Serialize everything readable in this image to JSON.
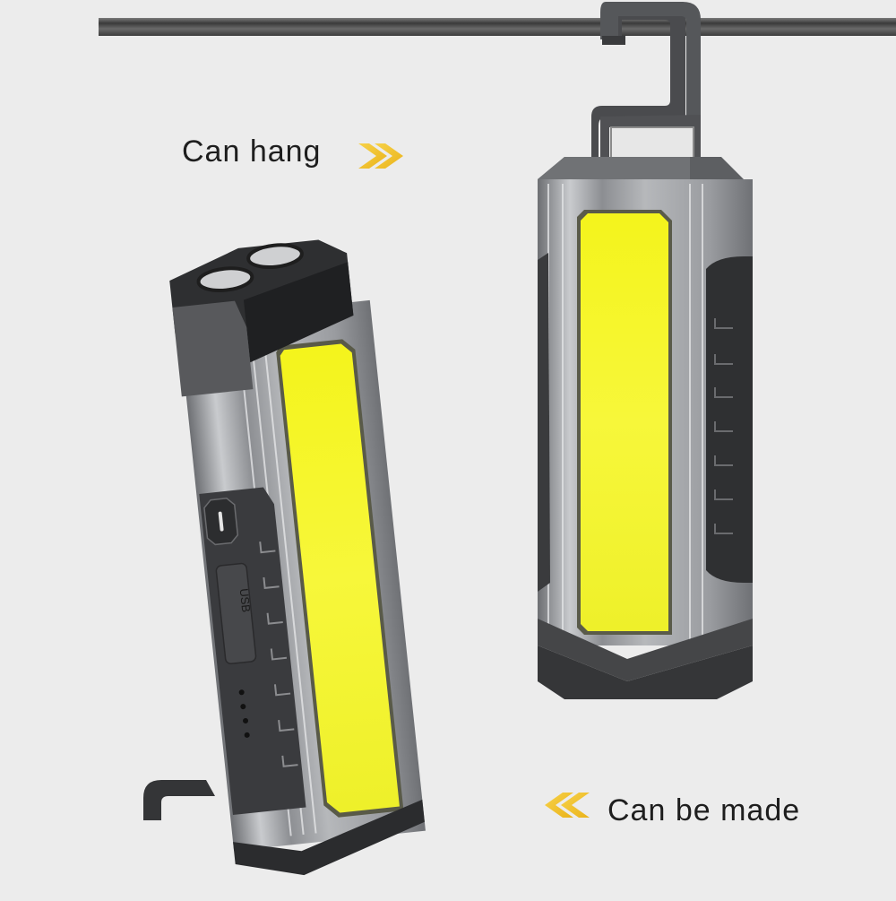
{
  "scene": {
    "description": "Product photo of two rectangular COB LED work lights on a light grey background",
    "background_color": "#ececec",
    "accent_color": "#f0c020",
    "cob_color": "#f2f22a",
    "body_color": "#9a9ca0",
    "rubber_color": "#2e2f31"
  },
  "captions": {
    "hang": {
      "text": "Can hang",
      "icon": "double-chevron-right-icon"
    },
    "made": {
      "text": "Can be made",
      "icon": "double-chevron-left-icon"
    }
  },
  "left_light": {
    "usb_label": "USB",
    "usb_icon": "usb-icon",
    "indicator_dots": 4,
    "grip_ridges": 7,
    "pose": "standing on fold-out hook stand"
  },
  "right_light": {
    "grip_ridges": 7,
    "pose": "hanging from rod by hook"
  }
}
